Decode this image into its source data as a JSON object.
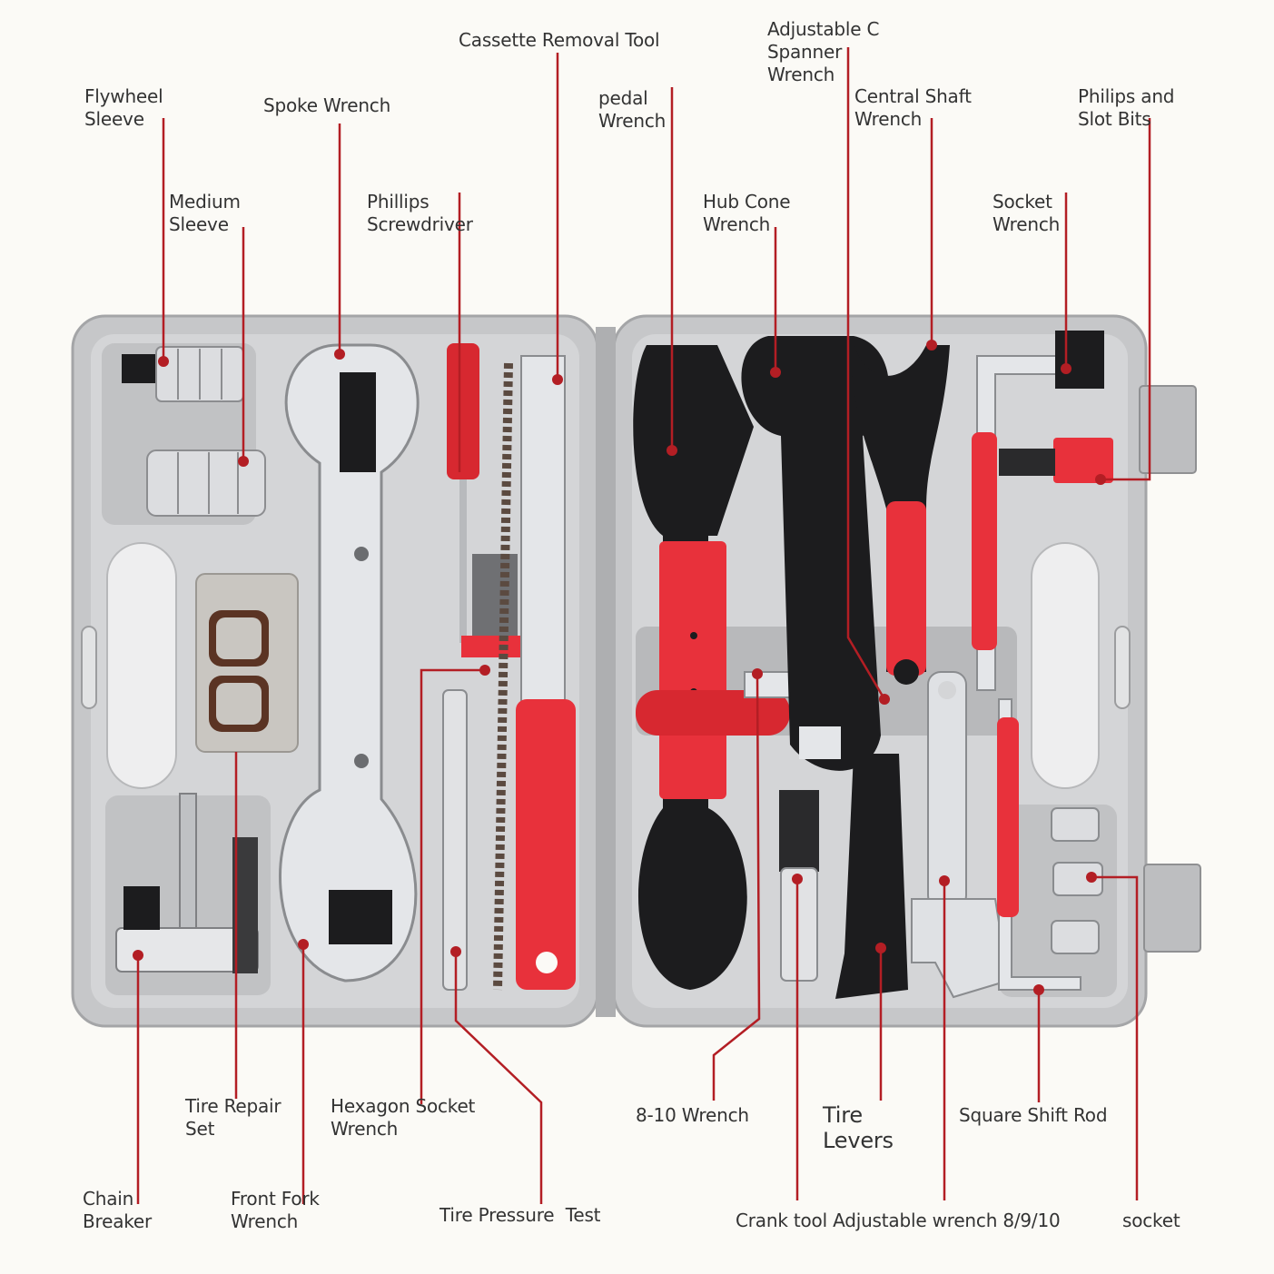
{
  "colors": {
    "leader": "#b31e24",
    "case": "#c9cacb",
    "case_dark": "#9a9b9d",
    "tool_red": "#e8313b",
    "tool_black": "#1c1c1e",
    "steel": "#d7d9dc"
  },
  "labels": {
    "cassette_removal_tool": "Cassette Removal Tool",
    "adjustable_c_spanner": "Adjustable C\nSpanner\nWrench",
    "flywheel_sleeve": "Flywheel\nSleeve",
    "spoke_wrench": "Spoke Wrench",
    "pedal_wrench": "pedal\nWrench",
    "central_shaft_wrench": "Central Shaft\nWrench",
    "philips_slot_bits": "Philips and\nSlot Bits",
    "medium_sleeve": "Medium\nSleeve",
    "phillips_screwdriver": "Phillips\nScrewdriver",
    "hub_cone_wrench": "Hub Cone\nWrench",
    "socket_wrench": "Socket\nWrench",
    "tire_repair_set": "Tire Repair\nSet",
    "hexagon_socket_wrench": "Hexagon Socket\nWrench",
    "wrench_8_10": "8-10 Wrench",
    "tire_levers": "Tire\nLevers",
    "square_shift_rod": "Square Shift Rod",
    "chain_breaker": "Chain\nBreaker",
    "front_fork_wrench": "Front Fork\nWrench",
    "tire_pressure_test": "Tire Pressure  Test",
    "crank_tool_adjustable_wrench": "Crank tool Adjustable wrench 8/9/10",
    "socket": "socket"
  }
}
